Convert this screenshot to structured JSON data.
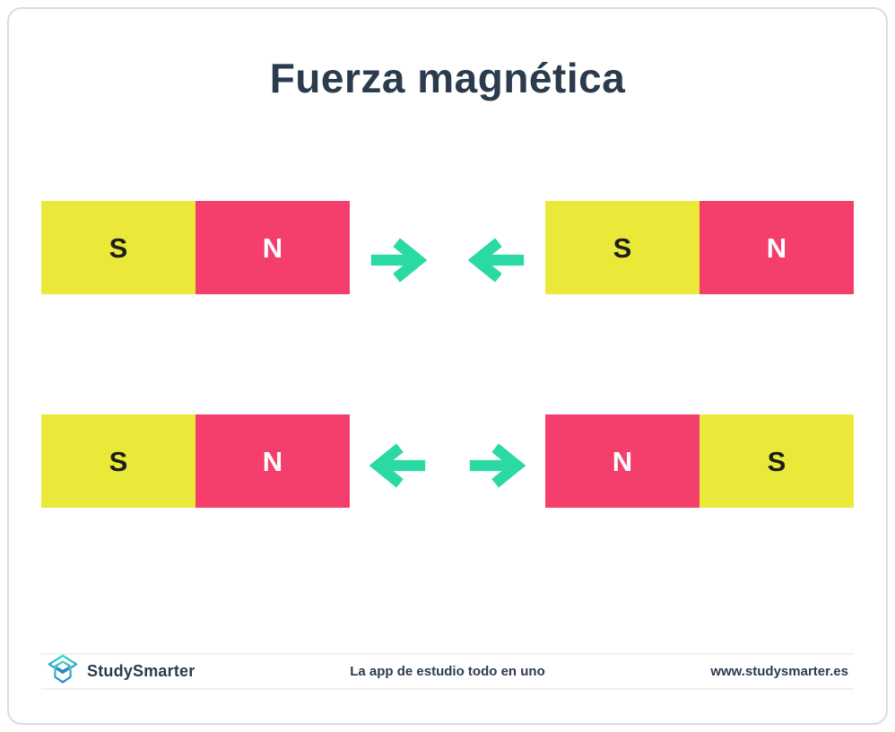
{
  "title": "Fuerza magnética",
  "colors": {
    "yellow": "#EAE93A",
    "pink": "#F43F6D",
    "teal": "#2BD9A4",
    "navy": "#2B3B4E",
    "border": "#D8DCE1",
    "divider": "#F0F1F4"
  },
  "icons": {
    "logo": "studysmarter-open-box-logo",
    "arrow": "force-arrow"
  },
  "rows": [
    {
      "name": "attraction",
      "left_magnet": {
        "poles": [
          {
            "label": "S",
            "color": "#EAE93A",
            "label_color": "#1D1D1B"
          },
          {
            "label": "N",
            "color": "#F43F6D",
            "label_color": "#FFFFFF"
          }
        ]
      },
      "arrows": [
        "right",
        "left"
      ],
      "right_magnet": {
        "poles": [
          {
            "label": "S",
            "color": "#EAE93A",
            "label_color": "#1D1D1B"
          },
          {
            "label": "N",
            "color": "#F43F6D",
            "label_color": "#FFFFFF"
          }
        ]
      }
    },
    {
      "name": "repulsion",
      "left_magnet": {
        "poles": [
          {
            "label": "S",
            "color": "#EAE93A",
            "label_color": "#1D1D1B"
          },
          {
            "label": "N",
            "color": "#F43F6D",
            "label_color": "#FFFFFF"
          }
        ]
      },
      "arrows": [
        "left",
        "right"
      ],
      "right_magnet": {
        "poles": [
          {
            "label": "N",
            "color": "#F43F6D",
            "label_color": "#FFFFFF"
          },
          {
            "label": "S",
            "color": "#EAE93A",
            "label_color": "#1D1D1B"
          }
        ]
      }
    }
  ],
  "footer": {
    "brand": "StudySmarter",
    "tagline": "La app de estudio todo en uno",
    "website": "www.studysmarter.es"
  }
}
